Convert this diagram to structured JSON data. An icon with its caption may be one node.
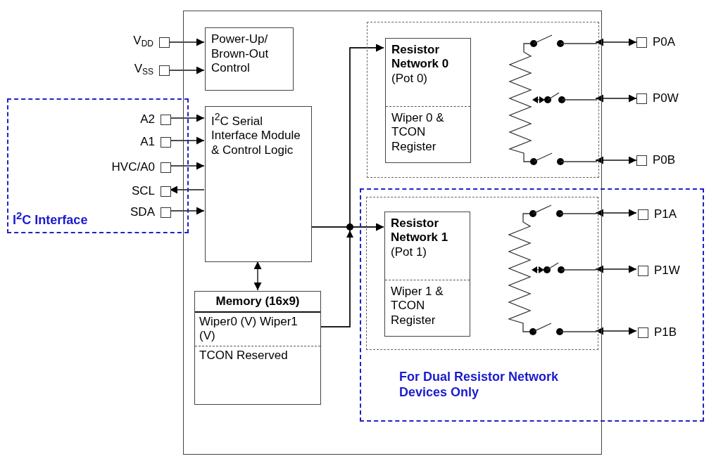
{
  "diagram": {
    "nodes": [
      {
        "text": [],
        "shape": "box"
      },
      {
        "text": [
          "I$^{2}$C Interface"
        ]
      },
      {
        "text": [
          "For Dual Resistor Network Devices Only"
        ]
      },
      {
        "text": [
          "Power-Up/ Brown-Out Control"
        ],
        "in": 0
      },
      {
        "text": [
          "I$^{2}$C Serial Interface Module & Control Logic"
        ],
        "in": 0
      },
      {
        "text": [
          "Memory (16x9)",
          "Wiper0 (V) Wiper1 (V)",
          "TCON Reserved"
        ],
        "in": 0
      },
      {
        "text": [],
        "shape": "box",
        "in": 0
      },
      {
        "text": [
          "Resistor Network 0",
          "(Pot 0)",
          "Wiper 0 & TCON Register"
        ],
        "in": 6
      },
      {
        "text": [],
        "shape": "resistor",
        "in": 6
      },
      {
        "text": [
          "V$_{DD}$"
        ]
      },
      {
        "text": [
          "V$_{SS}$"
        ]
      },
      {
        "text": [
          "A2"
        ],
        "in": 1
      },
      {
        "text": [
          "A1"
        ],
        "in": 1
      },
      {
        "text": [
          "HVC/A0"
        ],
        "in": 1
      },
      {
        "text": [
          "SCL"
        ],
        "in": 1
      },
      {
        "text": [
          "SDA"
        ],
        "in": 1
      },
      {
        "text": [],
        "shape": "box"
      },
      {
        "text": [
          "Resistor Network 1",
          "(Pot 1)",
          "Wiper 1 & TCON Register"
        ],
        "in": 16
      },
      {
        "text": [],
        "shape": "resistor",
        "in": 16
      },
      {
        "text": [
          "P0A"
        ]
      },
      {
        "text": [
          "P0W"
        ]
      },
      {
        "text": [
          "P0B"
        ]
      },
      {
        "text": [
          "P1A"
        ],
        "in": 2
      },
      {
        "text": [
          "P1W"
        ],
        "in": 2
      },
      {
        "text": [
          "P1B"
        ],
        "in": 2
      }
    ],
    "edges": [
      {
        "from": 9,
        "to": 3,
        "arrow": "to"
      },
      {
        "from": 10,
        "to": 3,
        "arrow": "to"
      },
      {
        "from": 11,
        "to": 4,
        "arrow": "to"
      },
      {
        "from": 12,
        "to": 4,
        "arrow": "to"
      },
      {
        "from": 13,
        "to": 4,
        "arrow": "to"
      },
      {
        "from": 4,
        "to": 14,
        "arrow": "to"
      },
      {
        "from": 15,
        "to": 4,
        "arrow": "to"
      },
      {
        "from": 4,
        "to": 5,
        "arrow": "both"
      },
      {
        "from": 4,
        "to": 7,
        "arrow": "to"
      },
      {
        "from": 4,
        "to": 17,
        "arrow": "to"
      },
      {
        "from": 5,
        "to": 7,
        "arrow": "to"
      },
      {
        "from": 5,
        "to": 17,
        "arrow": "to"
      },
      {
        "from": 8,
        "to": 19,
        "arrow": "both"
      },
      {
        "from": 8,
        "to": 20,
        "arrow": "both"
      },
      {
        "from": 8,
        "to": 21,
        "arrow": "both"
      },
      {
        "from": 18,
        "to": 22,
        "arrow": "both"
      },
      {
        "from": 18,
        "to": 23,
        "arrow": "both"
      },
      {
        "from": 18,
        "to": 24,
        "arrow": "both"
      }
    ]
  }
}
